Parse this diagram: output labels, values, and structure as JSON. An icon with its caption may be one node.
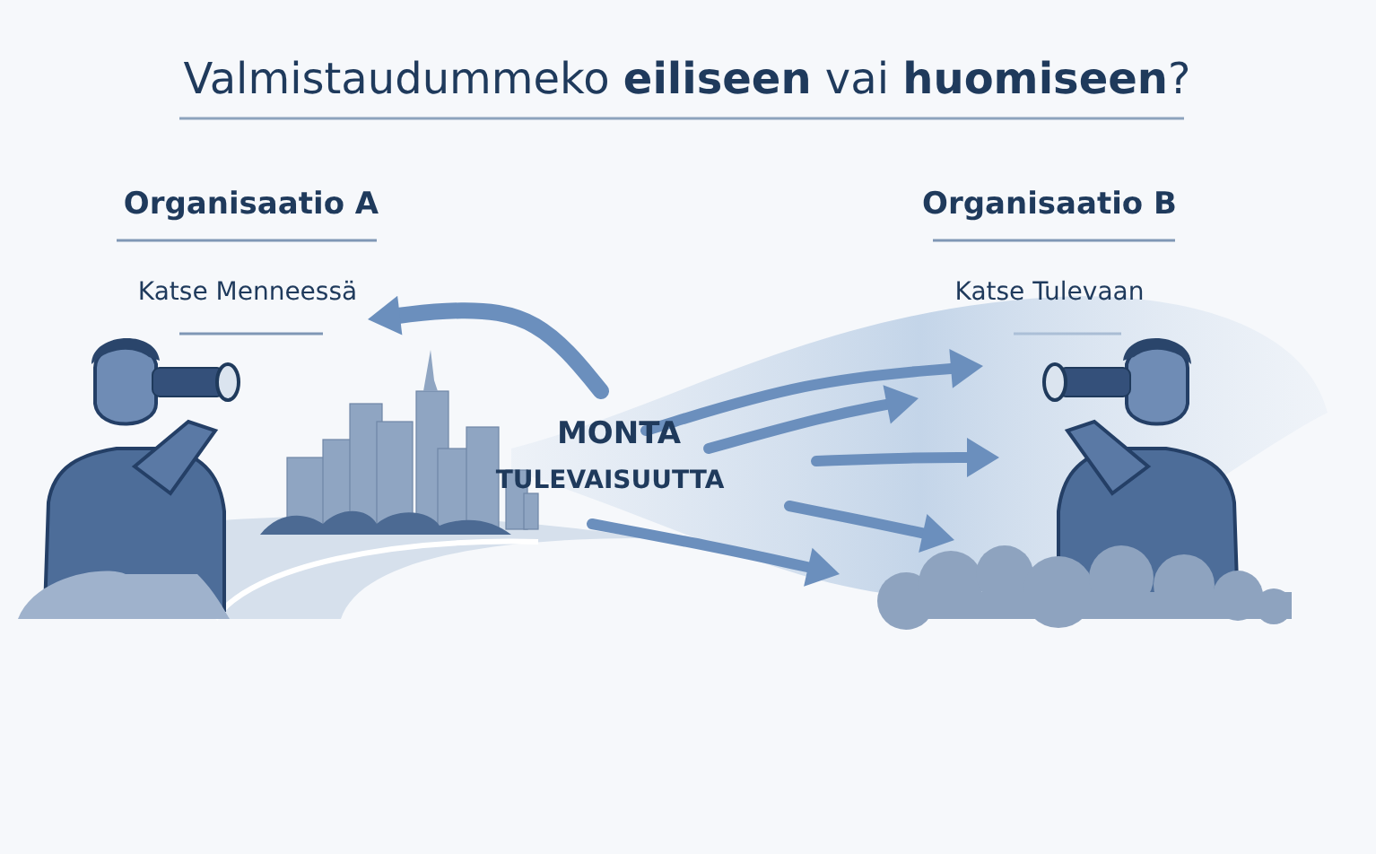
{
  "diagram": {
    "title": "Valmistaudummeko **eiliseen** vai **huomiseen**?",
    "labels": [
      "Organisaatio A",
      "Katse Menneessä",
      "Organisaatio B",
      "Katse Tulevaan",
      "MONTA",
      "TULEVAISUUTTA"
    ]
  }
}
